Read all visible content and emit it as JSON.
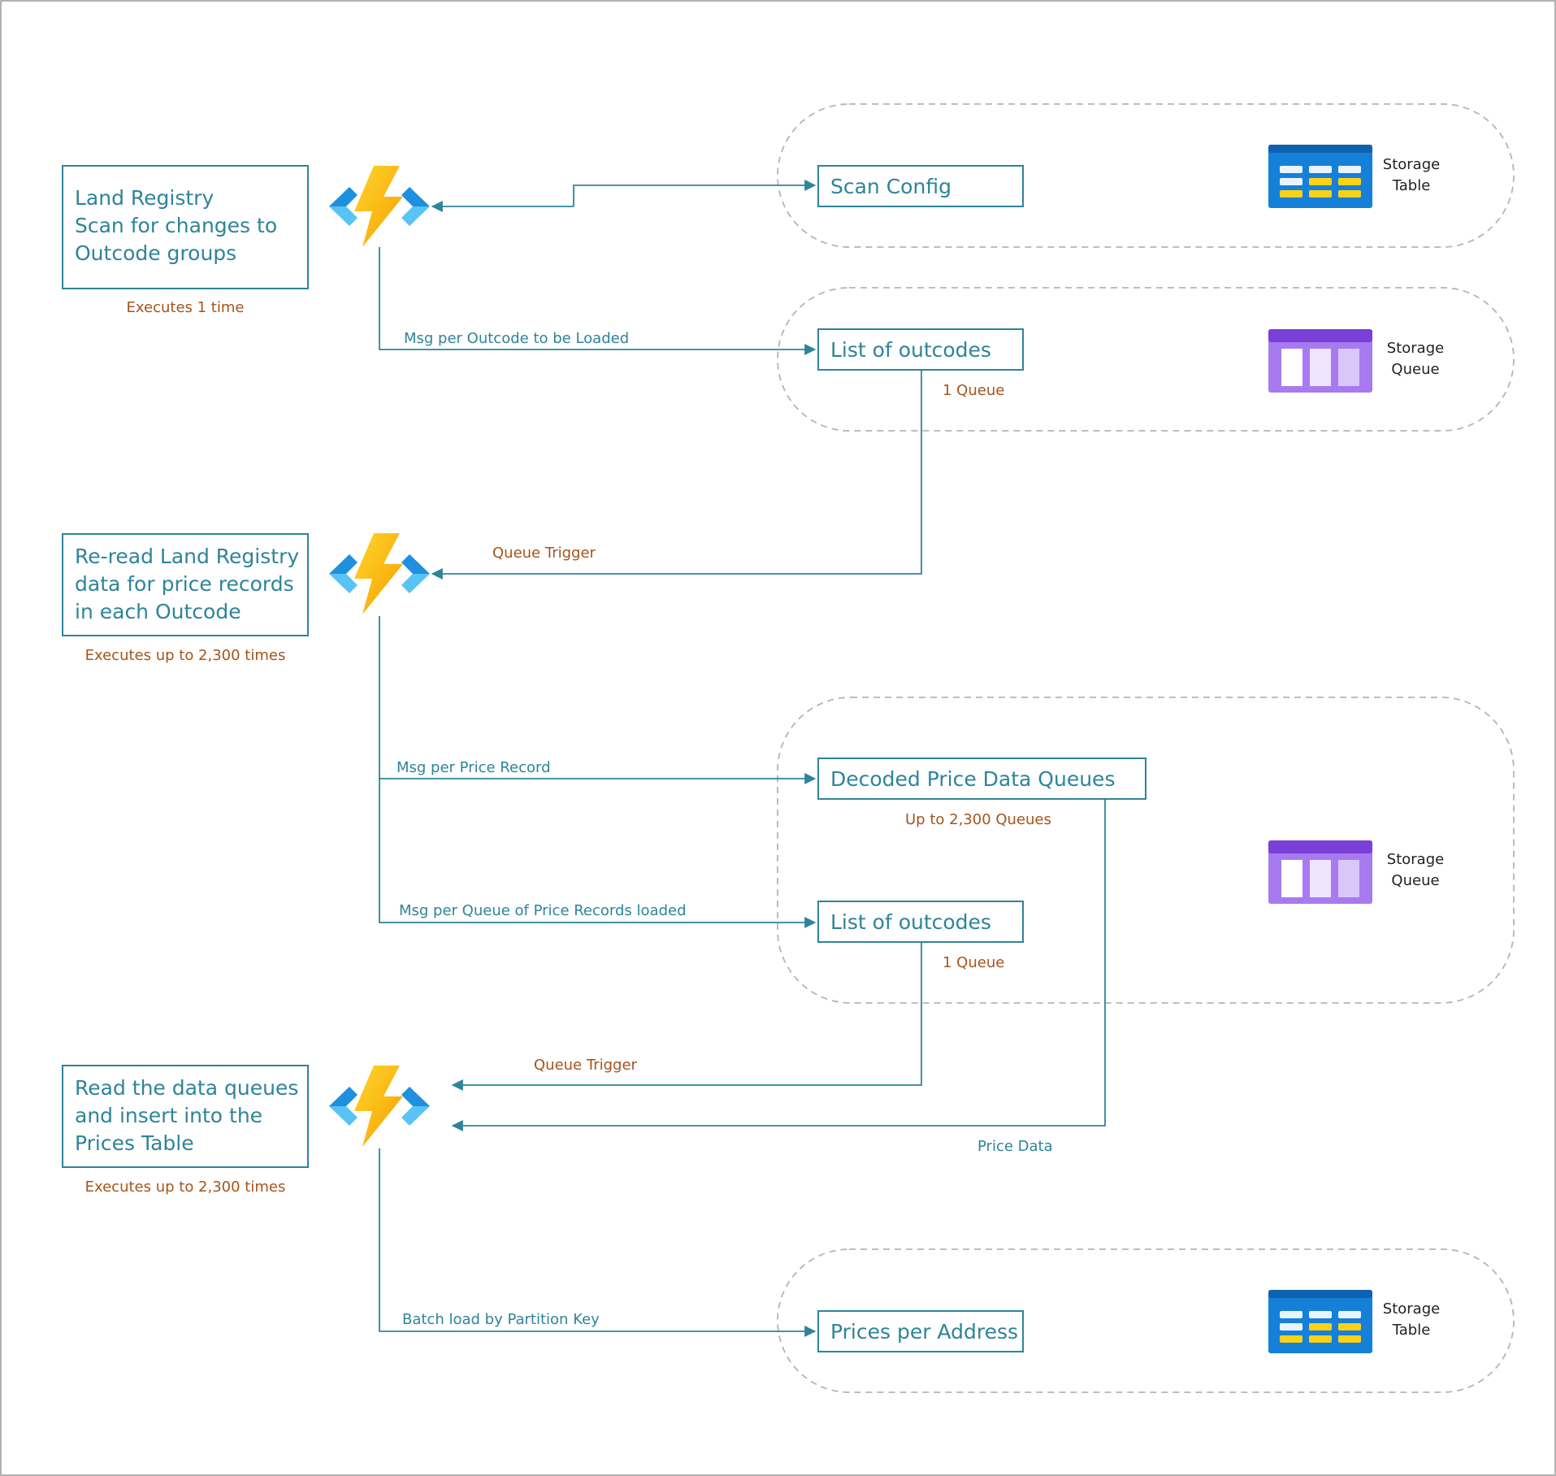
{
  "functions": [
    {
      "lines": [
        "Land Registry",
        "Scan for changes to",
        "Outcode groups"
      ],
      "executes": "Executes 1 time"
    },
    {
      "lines": [
        "Re-read Land Registry",
        "data for price records",
        "in each Outcode"
      ],
      "executes": "Executes up to 2,300 times"
    },
    {
      "lines": [
        "Read the data queues",
        "and insert into the",
        "Prices Table"
      ],
      "executes": "Executes up to 2,300 times"
    }
  ],
  "stores": {
    "scan_config": "Scan Config",
    "outcodes_1": "List of outcodes",
    "decoded": "Decoded Price Data Queues",
    "outcodes_2": "List of outcodes",
    "prices": "Prices per Address"
  },
  "store_notes": {
    "outcodes_1": "1 Queue",
    "decoded": "Up to 2,300 Queues",
    "outcodes_2": "1 Queue"
  },
  "services": {
    "table_1": [
      "Storage",
      "Table"
    ],
    "queue_1": [
      "Storage",
      "Queue"
    ],
    "queue_2": [
      "Storage",
      "Queue"
    ],
    "table_2": [
      "Storage",
      "Table"
    ]
  },
  "connectors": {
    "msg_outcode": "Msg per Outcode to be Loaded",
    "queue_trigger_1": "Queue Trigger",
    "msg_price": "Msg per Price Record",
    "msg_queue": "Msg per Queue of Price Records loaded",
    "queue_trigger_2": "Queue Trigger",
    "price_data": "Price Data",
    "batch_load": "Batch load by Partition Key"
  },
  "icons": {
    "function": "azure-function-icon",
    "table": "storage-table-icon",
    "queue": "storage-queue-icon"
  },
  "colors": {
    "teal": "#2e8499",
    "orange": "#a5541a",
    "table_blue": "#0f78d4",
    "queue_purple": "#8c5ae6",
    "bolt_yellow": "#fcbe0c"
  }
}
